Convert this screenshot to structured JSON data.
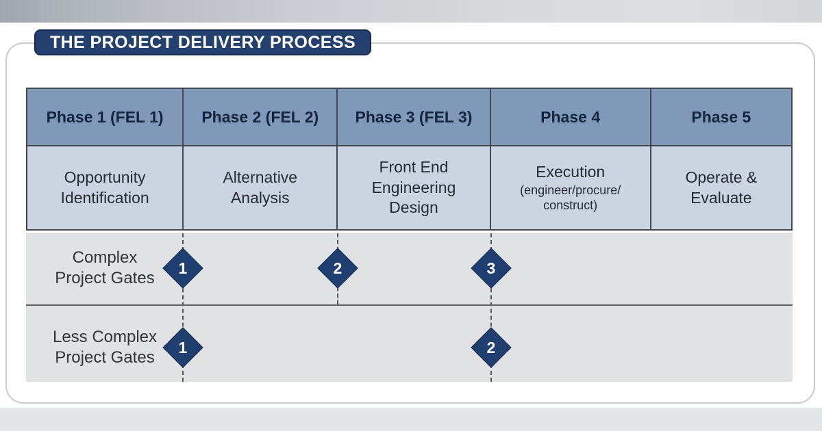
{
  "title": "THE PROJECT DELIVERY PROCESS",
  "colors": {
    "badge_navy": "#24406f",
    "diamond_navy": "#1f3f70",
    "phase_header_bg": "#8199b9",
    "phase_activity_bg": "#cbd5e2",
    "gates_bg": "#e1e2e4",
    "border_dark": "#45494f"
  },
  "phases": [
    {
      "name": "Phase 1 (FEL 1)",
      "activity": "Opportunity\nIdentification"
    },
    {
      "name": "Phase 2 (FEL 2)",
      "activity": "Alternative\nAnalysis"
    },
    {
      "name": "Phase 3 (FEL 3)",
      "activity": "Front End\nEngineering\nDesign"
    },
    {
      "name": "Phase 4",
      "activity": "Execution",
      "activity_sub": "(engineer/procure/\nconstruct)"
    },
    {
      "name": "Phase 5",
      "activity": "Operate &\nEvaluate"
    }
  ],
  "gate_rows": [
    {
      "label": "Complex\nProject Gates",
      "gates": [
        "1",
        "2",
        "3"
      ]
    },
    {
      "label": "Less Complex\nProject Gates",
      "gates": [
        "1",
        "2"
      ]
    }
  ]
}
